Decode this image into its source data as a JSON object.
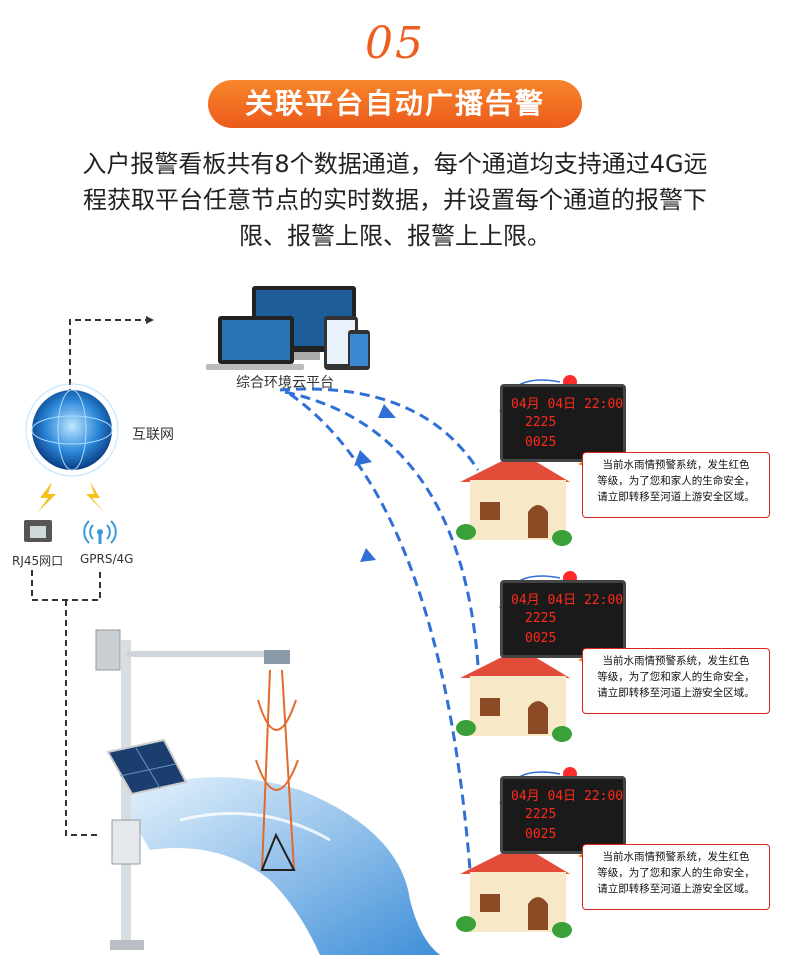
{
  "section_number": "05",
  "title": "关联平台自动广播告警",
  "description_lines": [
    "入户报警看板共有8个数据通道，每个通道均支持通过4G远",
    "程获取平台任意节点的实时数据，并设置每个通道的报警下",
    "限、报警上限、报警上上限。"
  ],
  "labels": {
    "cloud_platform": "综合环境云平台",
    "internet": "互联网",
    "rj45": "RJ45网口",
    "gprs": "GPRS/4G"
  },
  "board": {
    "row1": "04月 04日 22:00",
    "row2": "2225",
    "row3": "0025"
  },
  "warning": {
    "line1": "当前水雨情预警系统，发生红色",
    "line2": "等级，为了您和家人的生命安全，",
    "line3": "请立即转移至河道上游安全区域。"
  },
  "colors": {
    "accent": "#ee5e1f",
    "link": "#2f6fd6",
    "river": "#5aa9e6"
  }
}
